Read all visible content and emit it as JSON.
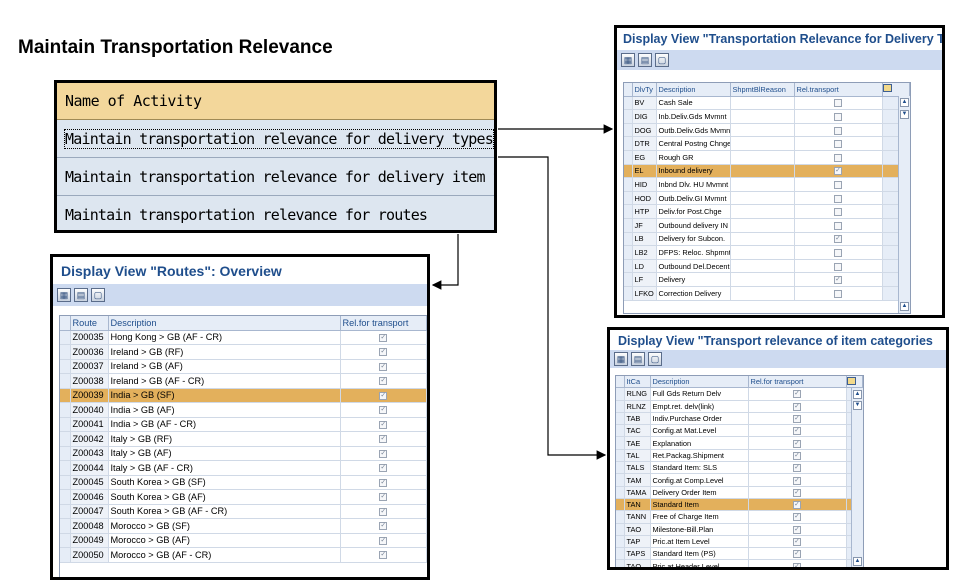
{
  "title": "Maintain Transportation Relevance",
  "activity": {
    "header": "Name of Activity",
    "rows": [
      "Maintain transportation relevance for delivery types",
      "Maintain transportation relevance for delivery item types",
      "Maintain transportation relevance for routes"
    ]
  },
  "routes_panel": {
    "title": "Display View \"Routes\": Overview",
    "columns": [
      "Route",
      "Description",
      "Rel.for transport"
    ],
    "rows": [
      {
        "code": "Z00035",
        "desc": "Hong Kong > GB  (AF - CR)"
      },
      {
        "code": "Z00036",
        "desc": "Ireland > GB  (RF)"
      },
      {
        "code": "Z00037",
        "desc": "Ireland > GB  (AF)"
      },
      {
        "code": "Z00038",
        "desc": "Ireland > GB  (AF - CR)"
      },
      {
        "code": "Z00039",
        "desc": "India > GB  (SF)"
      },
      {
        "code": "Z00040",
        "desc": "India > GB  (AF)"
      },
      {
        "code": "Z00041",
        "desc": "India > GB  (AF - CR)"
      },
      {
        "code": "Z00042",
        "desc": "Italy > GB  (RF)"
      },
      {
        "code": "Z00043",
        "desc": "Italy > GB  (AF)"
      },
      {
        "code": "Z00044",
        "desc": "Italy > GB  (AF - CR)"
      },
      {
        "code": "Z00045",
        "desc": "South Korea > GB  (SF)"
      },
      {
        "code": "Z00046",
        "desc": "South Korea > GB  (AF)"
      },
      {
        "code": "Z00047",
        "desc": "South Korea > GB  (AF - CR)"
      },
      {
        "code": "Z00048",
        "desc": "Morocco > GB  (SF)"
      },
      {
        "code": "Z00049",
        "desc": "Morocco > GB  (AF)"
      },
      {
        "code": "Z00050",
        "desc": "Morocco > GB  (AF - CR)"
      }
    ]
  },
  "delivery_panel": {
    "title": "Display View \"Transportation Relevance for Delivery Type\"",
    "columns": [
      "DlvTy",
      "Description",
      "ShpmtBlReason",
      "Rel.transport"
    ],
    "rows": [
      {
        "code": "BV",
        "desc": "Cash Sale",
        "checked": false
      },
      {
        "code": "DIG",
        "desc": "Inb.Deliv.Gds Mvmnt",
        "checked": false
      },
      {
        "code": "DOG",
        "desc": "Outb.Deliv.Gds Mvmnt",
        "checked": false
      },
      {
        "code": "DTR",
        "desc": "Central Postng Chnge",
        "checked": false
      },
      {
        "code": "EG",
        "desc": "Rough GR",
        "checked": false
      },
      {
        "code": "EL",
        "desc": "Inbound delivery",
        "checked": true
      },
      {
        "code": "HID",
        "desc": "Inbnd Dlv. HU Mvmnt",
        "checked": false
      },
      {
        "code": "HOD",
        "desc": "Outb.Deliv.GI Mvmnt",
        "checked": false
      },
      {
        "code": "HTP",
        "desc": "Deliv.for Post.Chge",
        "checked": false
      },
      {
        "code": "JF",
        "desc": "Outbound delivery IN",
        "checked": false
      },
      {
        "code": "LB",
        "desc": "Delivery for Subcon.",
        "checked": true
      },
      {
        "code": "LB2",
        "desc": "DFPS: Reloc. Shpmnts",
        "checked": false
      },
      {
        "code": "LD",
        "desc": "Outbound Del.Decentr",
        "checked": false
      },
      {
        "code": "LF",
        "desc": "Delivery",
        "checked": true
      },
      {
        "code": "LFKO",
        "desc": "Correction Delivery",
        "checked": false
      }
    ]
  },
  "items_panel": {
    "title": "Display View \"Transport relevance of item categories",
    "columns": [
      "ItCa",
      "Description",
      "Rel.for transport"
    ],
    "rows": [
      {
        "code": "RLNG",
        "desc": "Full Gds Return Delv"
      },
      {
        "code": "RLNZ",
        "desc": "Empt.ret. delv(link)"
      },
      {
        "code": "TAB",
        "desc": "Indiv.Purchase Order"
      },
      {
        "code": "TAC",
        "desc": "Config.at Mat.Level"
      },
      {
        "code": "TAE",
        "desc": "Explanation"
      },
      {
        "code": "TAL",
        "desc": "Ret.Packag.Shipment"
      },
      {
        "code": "TALS",
        "desc": "Standard Item: SLS"
      },
      {
        "code": "TAM",
        "desc": "Config.at Comp.Level"
      },
      {
        "code": "TAMA",
        "desc": "Delivery Order Item"
      },
      {
        "code": "TAN",
        "desc": "Standard Item"
      },
      {
        "code": "TANN",
        "desc": "Free of Charge Item"
      },
      {
        "code": "TAO",
        "desc": "Milestone-Bill.Plan"
      },
      {
        "code": "TAP",
        "desc": "Pric.at Item Level"
      },
      {
        "code": "TAPS",
        "desc": "Standard Item (PS)"
      },
      {
        "code": "TAQ",
        "desc": "Pric.at Header Level"
      }
    ]
  },
  "icons": [
    "select-all-icon",
    "select-block-icon",
    "deselect-all-icon",
    "checkbox-icon",
    "column-settings-icon",
    "scroll-up-icon",
    "scroll-down-icon",
    "arrow-icon"
  ],
  "colors": {
    "highlight": "#e3b05c",
    "title_blue": "#1f4e8c",
    "toolbar": "#cddaf0",
    "header_bg": "#f3d79b",
    "activity_bg": "#dde6f0"
  }
}
